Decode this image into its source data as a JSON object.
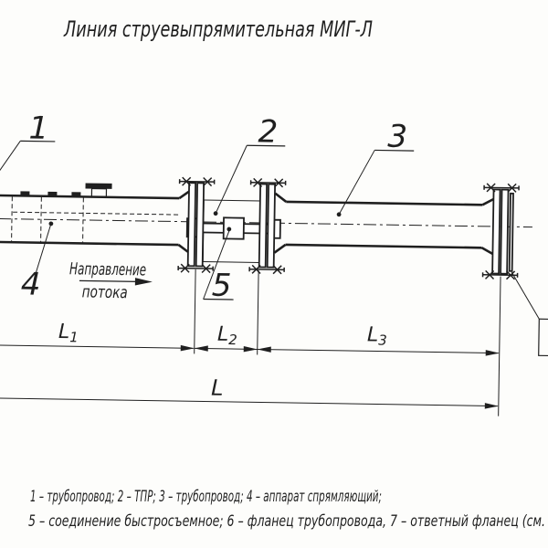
{
  "title": "Линия струевыпрямительная МИГ-Л",
  "flow": {
    "line1": "Направление",
    "line2": "потока"
  },
  "labels": {
    "n1": "1",
    "n2": "2",
    "n3": "3",
    "n4": "4",
    "n5": "5"
  },
  "dims": {
    "L1": "L",
    "L1sub": "1",
    "L2": "L",
    "L2sub": "2",
    "L3": "L",
    "L3sub": "3",
    "L": "L"
  },
  "legend": {
    "line1": "1 – трубопровод; 2 – ТПР; 3 – трубопровод; 4 – аппарат спрямляющий;",
    "line2": "5 – соединение быстросъемное; 6 – фланец трубопровода, 7 – ответный фланец (см."
  },
  "colors": {
    "ink": "#1f1f1f",
    "paper": "#fdfdfb"
  }
}
